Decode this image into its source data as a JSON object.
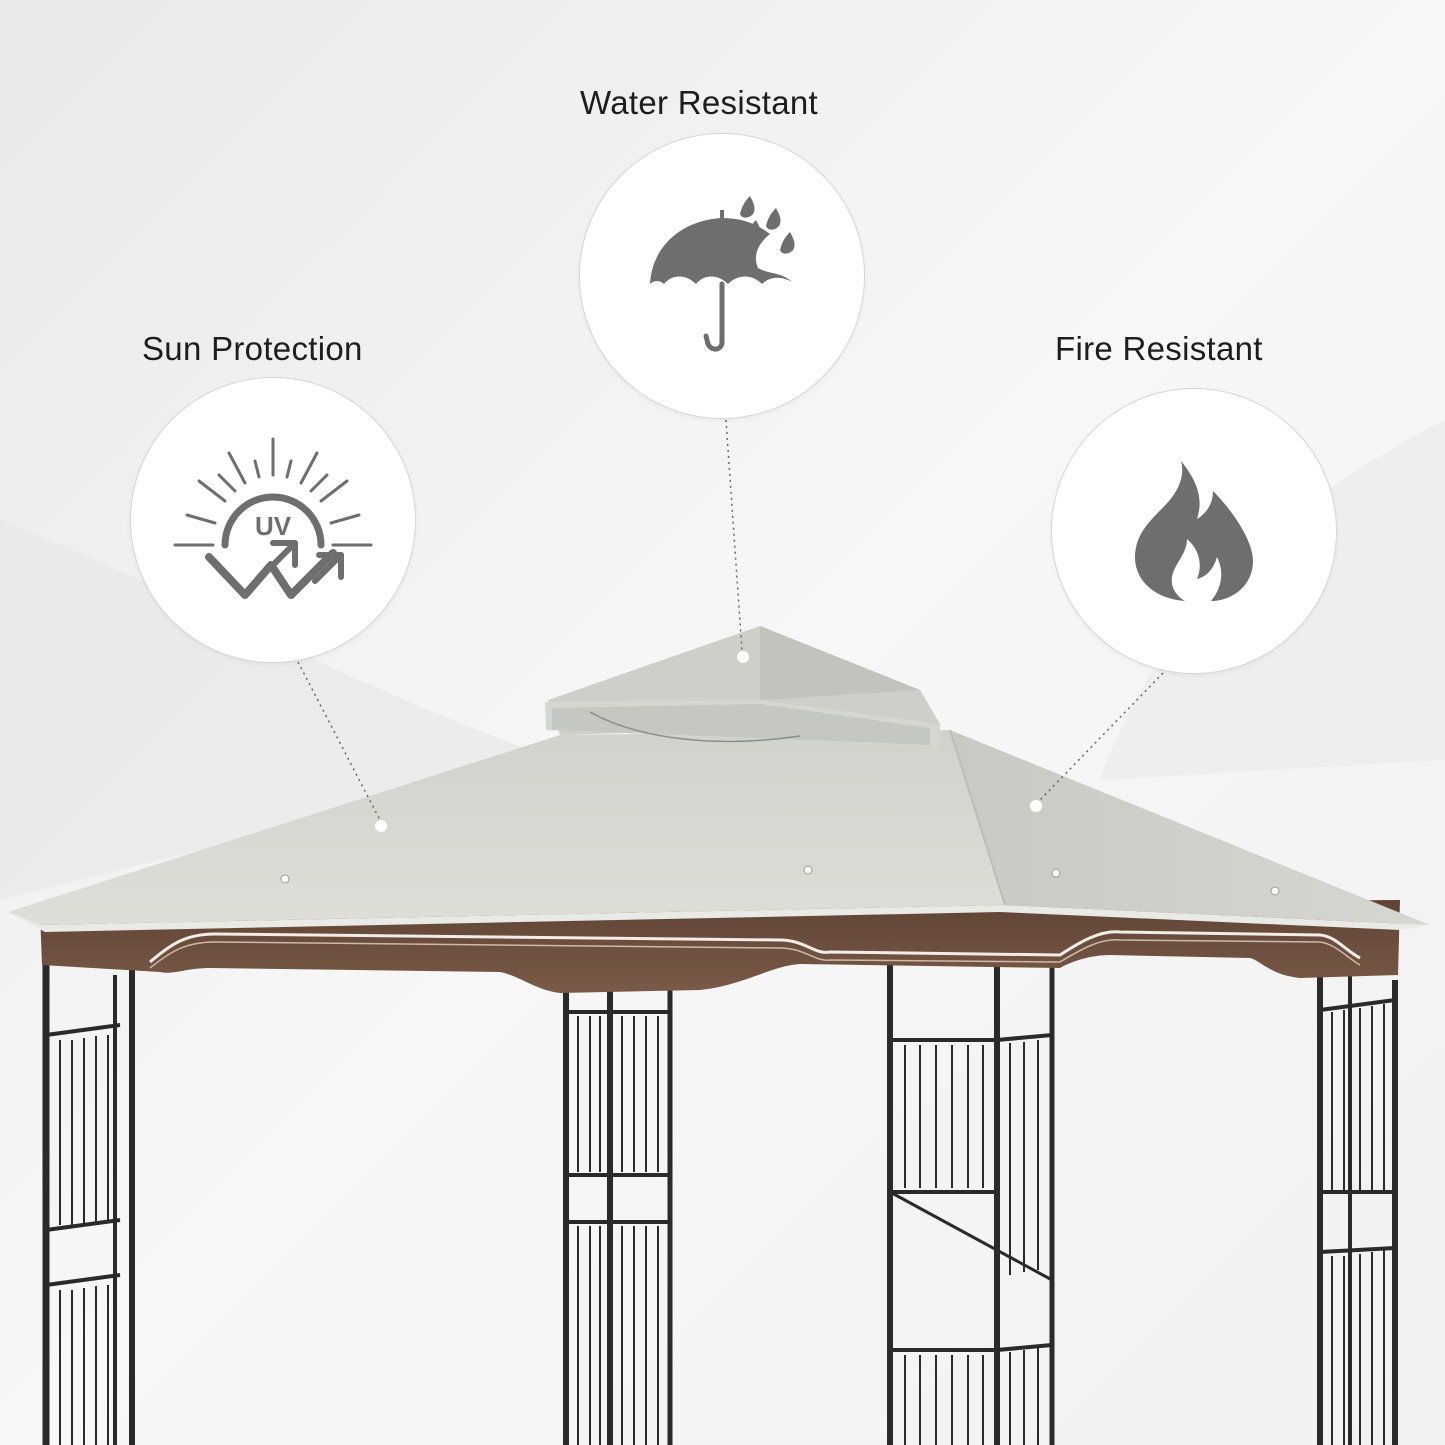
{
  "features": [
    {
      "id": "water",
      "label": "Water Resistant",
      "icon": "umbrella-rain-icon"
    },
    {
      "id": "sun",
      "label": "Sun Protection",
      "icon": "uv-sun-icon",
      "icon_text": "UV"
    },
    {
      "id": "fire",
      "label": "Fire Resistant",
      "icon": "flame-icon"
    }
  ],
  "colors": {
    "background": "#f3f3f3",
    "canopy": "#d8d8d3",
    "valance": "#6b4c3b",
    "frame": "#2a2a2a",
    "icon": "#6e6e6e"
  }
}
